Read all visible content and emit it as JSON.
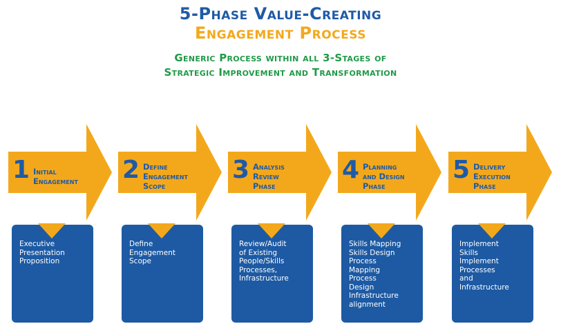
{
  "title": {
    "line1": "5-Phase Value-Creating",
    "line2": "Engagement Process"
  },
  "subtitle": {
    "line1": "Generic Process within all 3-Stages of",
    "line2": "Strategic Improvement and Transformation"
  },
  "colors": {
    "arrow": "#f3a81c",
    "box": "#1d5aa3",
    "title_blue": "#1f5aa6",
    "title_orange": "#f3a81c",
    "subtitle_green": "#1f9a47"
  },
  "phases": [
    {
      "number": "1",
      "title": "Initial\nEngagement",
      "description": "Executive\nPresentation\nProposition"
    },
    {
      "number": "2",
      "title": "Define\nEngagement\nScope",
      "description": "Define\nEngagement\nScope"
    },
    {
      "number": "3",
      "title": "Analysis\nReview\nPhase",
      "description": "Review/Audit\nof Existing\nPeople/Skills\nProcesses,\nInfrastructure"
    },
    {
      "number": "4",
      "title": "Planning\nand Design\nPhase",
      "description": "Skills Mapping\nSkills Design\nProcess\nMapping\nProcess\nDesign\nInfrastructure\nalignment"
    },
    {
      "number": "5",
      "title": "Delivery\nExecution\nPhase",
      "description": "Implement\nSkills\nImplement\nProcesses\nand\nInfrastructure"
    }
  ]
}
